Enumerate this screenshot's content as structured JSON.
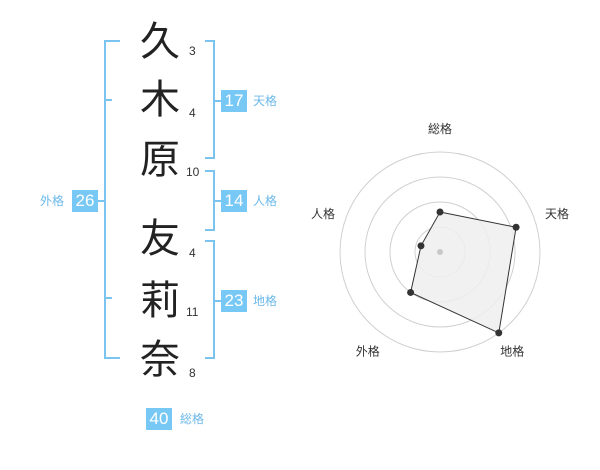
{
  "name": {
    "characters": [
      {
        "char": "久",
        "strokes": "3"
      },
      {
        "char": "木",
        "strokes": "4"
      },
      {
        "char": "原",
        "strokes": "10"
      },
      {
        "char": "友",
        "strokes": "4"
      },
      {
        "char": "莉",
        "strokes": "11"
      },
      {
        "char": "奈",
        "strokes": "8"
      }
    ]
  },
  "fortunes": {
    "tenkaku": {
      "value": "17",
      "label": "天格"
    },
    "jinkaku": {
      "value": "14",
      "label": "人格"
    },
    "chikaku": {
      "value": "23",
      "label": "地格"
    },
    "gaikaku": {
      "value": "26",
      "label": "外格"
    },
    "soukaku": {
      "value": "40",
      "label": "総格"
    }
  },
  "chart_data": {
    "type": "radar",
    "axes": [
      "総格",
      "天格",
      "地格",
      "外格",
      "人格"
    ],
    "values": [
      2,
      4,
      5,
      2.5,
      1
    ],
    "max": 5,
    "rings": 4
  },
  "colors": {
    "accent": "#78c8f5",
    "bracket": "#7cc4f0",
    "label": "#6bb8ea",
    "radar_fill": "#eeeeee",
    "radar_stroke": "#333333"
  }
}
